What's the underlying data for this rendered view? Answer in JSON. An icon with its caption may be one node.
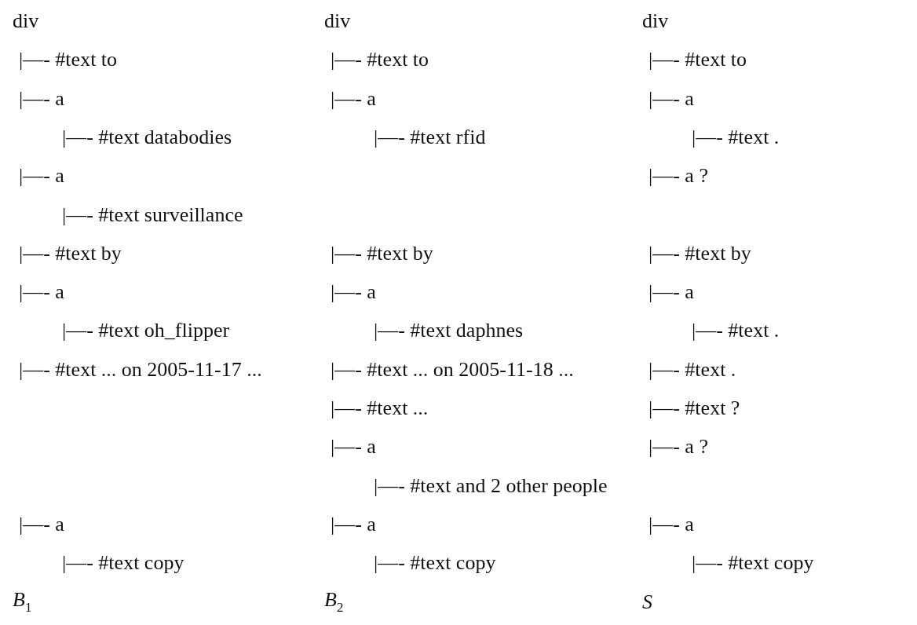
{
  "diagram": {
    "labels": [
      "div",
      "|—- #text to",
      "|—- a",
      "|—- #text databodies",
      "|—- a",
      "|—- #text surveillance",
      "|—- #text by",
      "|—- a",
      "|—- #text oh_flipper",
      "|—- #text ... on 2005-11-17 ...",
      "|—- a",
      "|—- #text copy",
      "B$_{1}$",
      "div",
      "|—- #text to",
      "|—- a",
      "|—- #text rfid",
      "|—- #text by",
      "|—- a",
      "|—- #text daphnes",
      "|—- #text ... on 2005-11-18 ...",
      "|—- #text ...",
      "|—- a",
      "|—- #text and 2 other people",
      "|—- a",
      "|—- #text copy",
      "B$_{2}$",
      "div",
      "|—- #text to",
      "|—- a",
      "|—- #text .",
      "|—- a ?",
      "|—- #text by",
      "|—- a",
      "|—- #text .",
      "|—- #text .",
      "|—- #text ?",
      "|—- a ?",
      "|—- a",
      "|—- #text copy",
      "S"
    ]
  }
}
